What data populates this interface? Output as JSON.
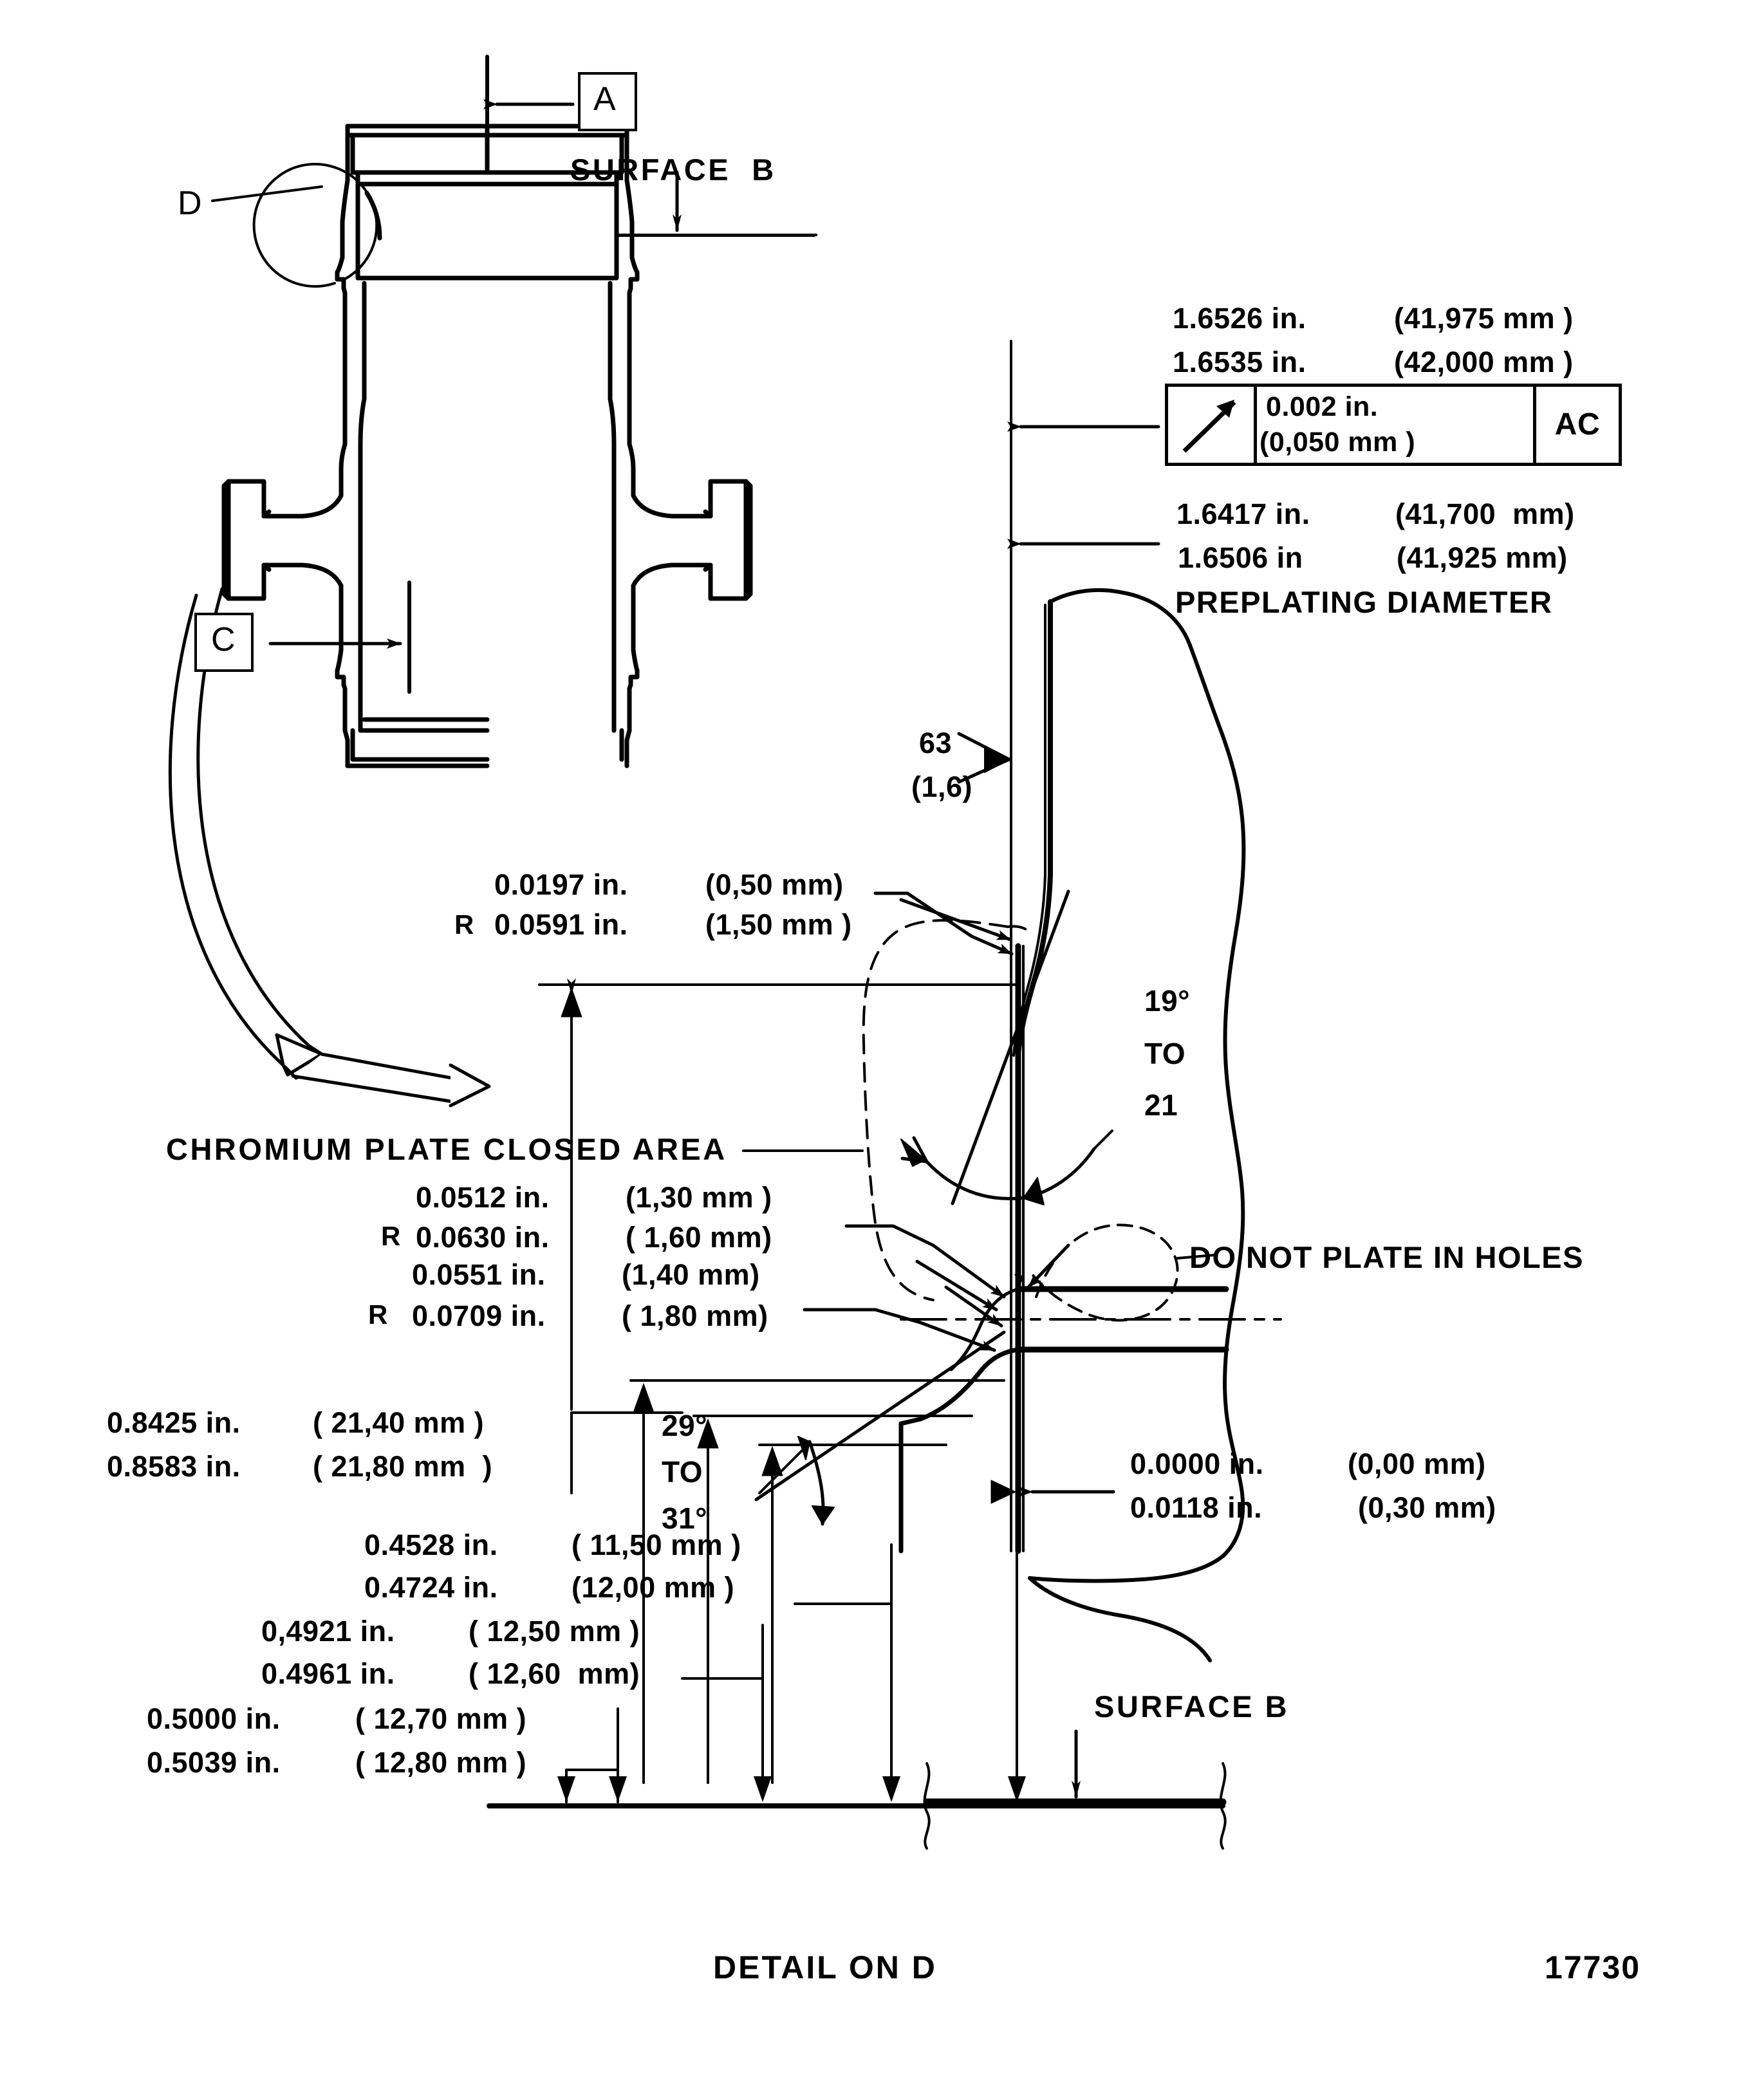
{
  "drawing": {
    "title": "DETAIL ON D",
    "sheet_number": "17730"
  },
  "section_views": {
    "datum_a": "A",
    "datum_c": "C",
    "detail_bubble": "D",
    "surface_b_top": "SURFACE  B",
    "surface_b_bottom": "SURFACE B"
  },
  "feature_control_frame": {
    "symbol": "profile-arrow-icon",
    "tolerance_in": "0.002 in.",
    "tolerance_mm": "(0,050 mm )",
    "datum_refs": "AC"
  },
  "dimensions": {
    "plated_diameter": {
      "min_in": "1.6526 in.",
      "min_mm": "(41,975 mm )",
      "max_in": "1.6535 in.",
      "max_mm": "(42,000 mm )"
    },
    "preplating_diameter": {
      "min_in": "1.6417 in.",
      "min_mm": "(41,700  mm)",
      "max_in": "1.6506 in",
      "max_mm": "(41,925 mm)",
      "label": "PREPLATING DIAMETER"
    },
    "surface_finish": {
      "microinch": "63",
      "micrometre": "(1,6)"
    },
    "radius_top": {
      "prefix": "R",
      "min_in": "0.0197 in.",
      "min_mm": "(0,50 mm)",
      "max_in": "0.0591 in.",
      "max_mm": "(1,50 mm )"
    },
    "radius_mid": {
      "prefix": "R",
      "min_in": "0.0512 in.",
      "min_mm": "(1,30 mm )",
      "max_in": "0.0630 in.",
      "max_mm": "( 1,60 mm)"
    },
    "radius_low": {
      "prefix": "R",
      "min_in": "0.0551 in.",
      "min_mm": "(1,40 mm)",
      "max_in": "0.0709 in.",
      "max_mm": "( 1,80 mm)"
    },
    "height_0842": {
      "min_in": "0.8425 in.",
      "min_mm": "( 21,40 mm )",
      "max_in": "0.8583 in.",
      "max_mm": "( 21,80 mm  )"
    },
    "height_0452": {
      "min_in": "0.4528 in.",
      "min_mm": "( 11,50 mm )",
      "max_in": "0.4724 in.",
      "max_mm": "(12,00 mm )"
    },
    "height_0492": {
      "min_in": "0,4921 in.",
      "min_mm": "( 12,50 mm )",
      "max_in": "0.4961 in.",
      "max_mm": "( 12,60  mm)"
    },
    "height_0500": {
      "min_in": "0.5000 in.",
      "min_mm": "( 12,70 mm )",
      "max_in": "0.5039 in.",
      "max_mm": "( 12,80 mm )"
    },
    "offset_zero": {
      "min_in": "0.0000 in.",
      "min_mm": "(0,00 mm)",
      "max_in": "0.0118 in.",
      "max_mm": "(0,30 mm)"
    }
  },
  "angles": {
    "taper_upper": {
      "from": "19°",
      "to_word": "TO",
      "to": "21"
    },
    "taper_lower": {
      "from": "29°",
      "to_word": "TO",
      "to": "31°"
    }
  },
  "notes": {
    "chromium_plate": "CHROMIUM PLATE CLOSED AREA",
    "do_not_plate": "DO NOT PLATE IN HOLES"
  },
  "colors": {
    "line": "#000000",
    "background": "#ffffff"
  }
}
